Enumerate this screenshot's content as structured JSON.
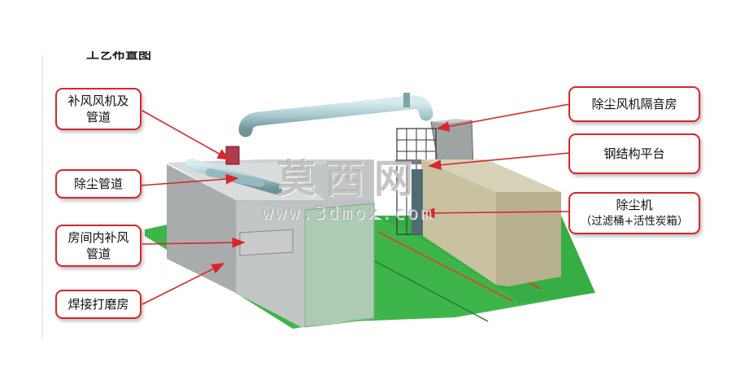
{
  "title_partial": "工艺布置图",
  "labels": {
    "supply_air_fan": {
      "line1": "补风风机及",
      "line2": "管道"
    },
    "dust_duct": "除尘管道",
    "room_supply_duct": {
      "line1": "房间内补风",
      "line2": "管道"
    },
    "welding_room": "焊接打磨房",
    "fan_sound_room": "除尘风机隔音房",
    "steel_platform": "钢结构平台",
    "dust_collector": {
      "line1": "除尘机",
      "line2": "（过滤桶+活性炭箱）"
    }
  },
  "watermark": {
    "cn": "莫西网",
    "url": "www.3dmox.com"
  },
  "colors": {
    "callout_border": "#d8262b",
    "arrow": "#d8262b",
    "floor": "#3db54a",
    "duct": "#9fc3c8",
    "wall": "#b9bcbc"
  }
}
